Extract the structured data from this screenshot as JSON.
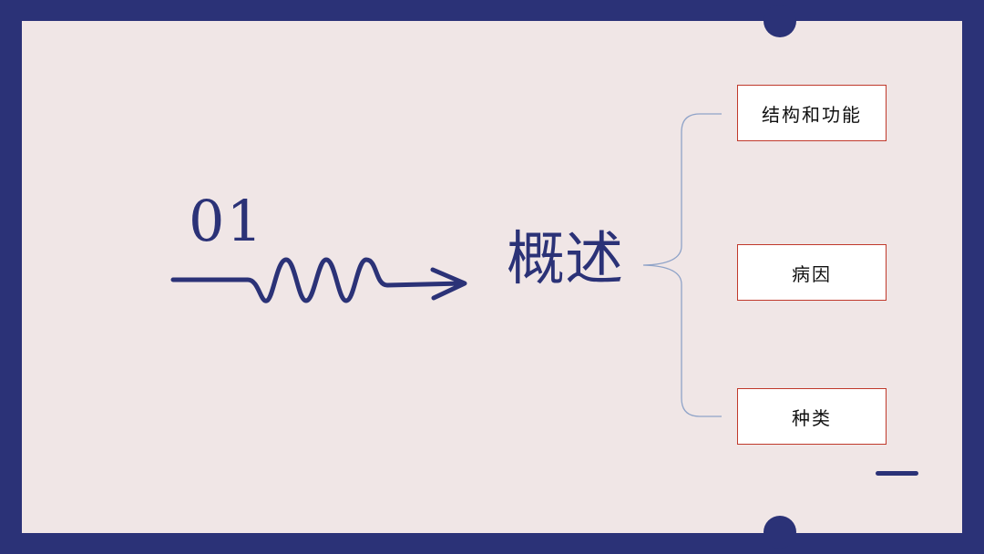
{
  "section": {
    "number": "01",
    "title": "概述"
  },
  "topics": [
    {
      "label": "结构和功能"
    },
    {
      "label": "病因"
    },
    {
      "label": "种类"
    }
  ],
  "colors": {
    "frame": "#2b3277",
    "background": "#f0e6e6",
    "box_border": "#c0392b",
    "bracket": "#8fa3c8"
  },
  "icons": {
    "arrow": "wavy-arrow-icon"
  }
}
